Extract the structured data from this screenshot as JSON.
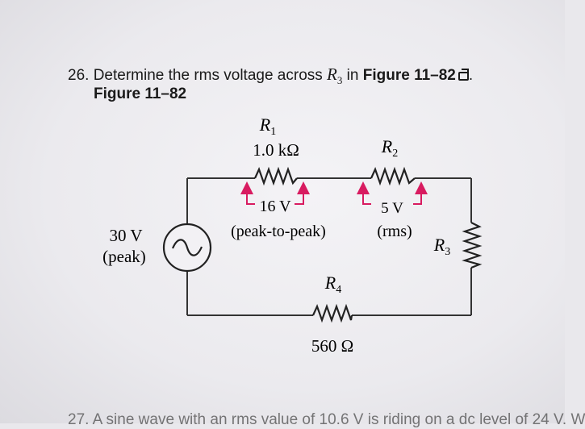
{
  "question": {
    "number": "26.",
    "text_before": "Determine the rms voltage across",
    "var_letter": "R",
    "var_sub": "3",
    "text_mid": "in",
    "figure_link": "Figure 11–82",
    "text_end": "."
  },
  "figure_caption": "Figure 11–82",
  "circuit": {
    "source_label_1": "30 V",
    "source_label_2": "(peak)",
    "r1_letter": "R",
    "r1_sub": "1",
    "r1_value": "1.0 kΩ",
    "r1_voltage": "16 V",
    "r1_note": "(peak-to-peak)",
    "r2_letter": "R",
    "r2_sub": "2",
    "r2_voltage": "5 V",
    "r2_note": "(rms)",
    "r3_letter": "R",
    "r3_sub": "3",
    "r4_letter": "R",
    "r4_sub": "4",
    "r4_value": "560 Ω",
    "arrow_color": "#d81b60"
  },
  "next_question_fragment": "27. A sine wave with an rms value of 10.6 V is riding on a dc level of 24 V. W"
}
